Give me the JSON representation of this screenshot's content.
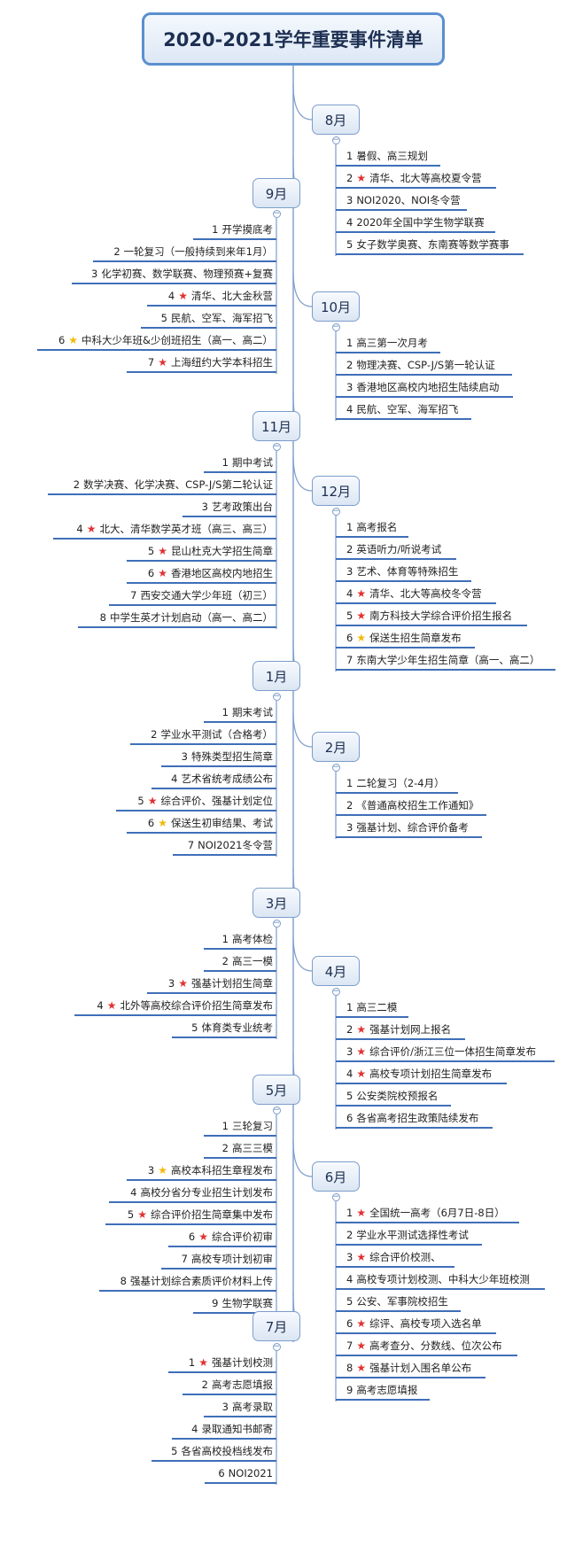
{
  "title": "2020-2021学年重要事件清单",
  "icons": {
    "important": "star-icon",
    "collapse": "collapse-toggle-icon"
  },
  "colors": {
    "accent": "#3f6fb8",
    "star_red": "#e03232",
    "star_gold": "#f2b90c",
    "box_border": "#5b8fd0"
  },
  "branches": [
    {
      "month": "8月",
      "side": "right",
      "items": [
        {
          "label": "1 暑假、高三规划"
        },
        {
          "label": "2 清华、北大等高校夏令营",
          "star": "red"
        },
        {
          "label": "3 NOI2020、NOI冬令营"
        },
        {
          "label": "4 2020年全国中学生物学联赛"
        },
        {
          "label": "5 女子数学奥赛、东南赛等数学赛事"
        }
      ]
    },
    {
      "month": "9月",
      "side": "left",
      "items": [
        {
          "label": "1 开学摸底考"
        },
        {
          "label": "2 一轮复习（一般持续到来年1月）"
        },
        {
          "label": "3 化学初赛、数学联赛、物理预赛+复赛"
        },
        {
          "label": "4 清华、北大金秋营",
          "star": "red"
        },
        {
          "label": "5 民航、空军、海军招飞"
        },
        {
          "label": "6 中科大少年班&少创班招生（高一、高二）",
          "star": "gold"
        },
        {
          "label": "7 上海纽约大学本科招生",
          "star": "red"
        }
      ]
    },
    {
      "month": "10月",
      "side": "right",
      "items": [
        {
          "label": "1 高三第一次月考"
        },
        {
          "label": "2 物理决赛、CSP-J/S第一轮认证"
        },
        {
          "label": "3 香港地区高校内地招生陆续启动"
        },
        {
          "label": "4 民航、空军、海军招飞"
        }
      ]
    },
    {
      "month": "11月",
      "side": "left",
      "items": [
        {
          "label": "1 期中考试"
        },
        {
          "label": "2 数学决赛、化学决赛、CSP-J/S第二轮认证"
        },
        {
          "label": "3 艺考政策出台"
        },
        {
          "label": "4 北大、清华数学英才班（高三、高三）",
          "star": "red"
        },
        {
          "label": "5 昆山杜克大学招生简章",
          "star": "red"
        },
        {
          "label": "6 香港地区高校内地招生",
          "star": "red"
        },
        {
          "label": "7 西安交通大学少年班（初三）"
        },
        {
          "label": "8 中学生英才计划启动（高一、高二）"
        }
      ]
    },
    {
      "month": "12月",
      "side": "right",
      "items": [
        {
          "label": "1 高考报名"
        },
        {
          "label": "2 英语听力/听说考试"
        },
        {
          "label": "3 艺术、体育等特殊招生"
        },
        {
          "label": "4 清华、北大等高校冬令营",
          "star": "red"
        },
        {
          "label": "5 南方科技大学综合评价招生报名",
          "star": "red"
        },
        {
          "label": "6 保送生招生简章发布",
          "star": "gold"
        },
        {
          "label": "7 东南大学少年生招生简章（高一、高二）"
        }
      ]
    },
    {
      "month": "1月",
      "side": "left",
      "items": [
        {
          "label": "1 期末考试"
        },
        {
          "label": "2 学业水平测试（合格考）"
        },
        {
          "label": "3 特殊类型招生简章"
        },
        {
          "label": "4 艺术省统考成绩公布"
        },
        {
          "label": "5 综合评价、强基计划定位",
          "star": "red"
        },
        {
          "label": "6 保送生初审结果、考试",
          "star": "gold"
        },
        {
          "label": "7 NOI2021冬令营"
        }
      ]
    },
    {
      "month": "2月",
      "side": "right",
      "items": [
        {
          "label": "1 二轮复习（2-4月）"
        },
        {
          "label": "2《普通高校招生工作通知》"
        },
        {
          "label": "3 强基计划、综合评价备考"
        }
      ]
    },
    {
      "month": "3月",
      "side": "left",
      "items": [
        {
          "label": "1 高考体检"
        },
        {
          "label": "2 高三一模"
        },
        {
          "label": "3 强基计划招生简章",
          "star": "red"
        },
        {
          "label": "4 北外等高校综合评价招生简章发布",
          "star": "red"
        },
        {
          "label": "5 体育类专业统考"
        }
      ]
    },
    {
      "month": "4月",
      "side": "right",
      "items": [
        {
          "label": "1 高三二模"
        },
        {
          "label": "2 强基计划网上报名",
          "star": "red"
        },
        {
          "label": "3 综合评价/浙江三位一体招生简章发布",
          "star": "red"
        },
        {
          "label": "4 高校专项计划招生简章发布",
          "star": "red"
        },
        {
          "label": "5 公安类院校预报名"
        },
        {
          "label": "6 各省高考招生政策陆续发布"
        }
      ]
    },
    {
      "month": "5月",
      "side": "left",
      "items": [
        {
          "label": "1 三轮复习"
        },
        {
          "label": "2 高三三模"
        },
        {
          "label": "3 高校本科招生章程发布",
          "star": "gold"
        },
        {
          "label": "4 高校分省分专业招生计划发布"
        },
        {
          "label": "5 综合评价招生简章集中发布",
          "star": "red"
        },
        {
          "label": "6 综合评价初审",
          "star": "red"
        },
        {
          "label": "7 高校专项计划初审"
        },
        {
          "label": "8 强基计划综合素质评价材料上传"
        },
        {
          "label": "9 生物学联赛"
        }
      ]
    },
    {
      "month": "6月",
      "side": "right",
      "items": [
        {
          "label": "1 全国统一高考（6月7日-8日）",
          "star": "red"
        },
        {
          "label": "2 学业水平测试选择性考试"
        },
        {
          "label": "3 综合评价校测、",
          "star": "red"
        },
        {
          "label": "4 高校专项计划校测、中科大少年班校测"
        },
        {
          "label": "5 公安、军事院校招生"
        },
        {
          "label": "6 综评、高校专项入选名单",
          "star": "red"
        },
        {
          "label": "7 高考查分、分数线、位次公布",
          "star": "red"
        },
        {
          "label": "8 强基计划入围名单公布",
          "star": "red"
        },
        {
          "label": "9 高考志愿填报"
        }
      ]
    },
    {
      "month": "7月",
      "side": "left",
      "items": [
        {
          "label": "1 强基计划校测",
          "star": "red"
        },
        {
          "label": "2 高考志愿填报"
        },
        {
          "label": "3 高考录取"
        },
        {
          "label": "4 录取通知书邮寄"
        },
        {
          "label": "5 各省高校投档线发布"
        },
        {
          "label": "6 NOI2021"
        }
      ]
    }
  ]
}
